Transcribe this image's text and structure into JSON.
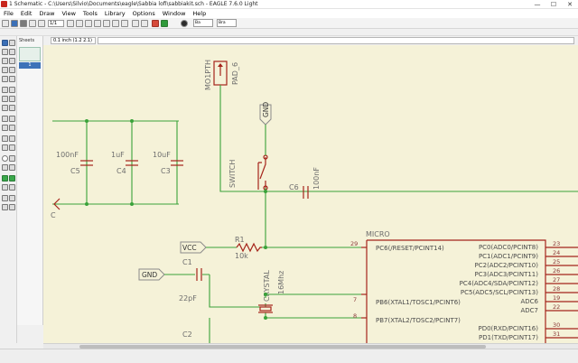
{
  "window": {
    "title": "1 Schematic - C:\\Users\\Silvio\\Documents\\eagle\\Sabbia lofi\\sabbiakit.sch - EAGLE 7.6.0 Light",
    "minimize": "—",
    "maximize": "☐",
    "close": "✕"
  },
  "menu": [
    "File",
    "Edit",
    "Draw",
    "View",
    "Tools",
    "Library",
    "Options",
    "Window",
    "Help"
  ],
  "toolbar": {
    "zoom_value": "1/1",
    "combo_a": "Ba",
    "combo_b": "Bra"
  },
  "command": {
    "grid_info": "0.1 inch (1.2 2.1)",
    "input_value": ""
  },
  "sheets": {
    "header": "Sheets",
    "current": "1"
  },
  "schematic": {
    "capacitors": [
      {
        "name": "C5",
        "value": "100nF"
      },
      {
        "name": "C4",
        "value": "1uF"
      },
      {
        "name": "C3",
        "value": "10uF"
      }
    ],
    "partial_label": "C",
    "mo1pth": "MO1PTH",
    "pad": "PAD_6",
    "gnd_top": "GND",
    "switch": "SWITCH",
    "c6_name": "C6",
    "c6_value": "100nF",
    "vcc": "VCC",
    "r1_name": "R1",
    "r1_value": "10k",
    "gnd_left": "GND",
    "c1_name": "C1",
    "c1_value": "22pF",
    "crystal_name": "CRYSTAL",
    "crystal_value": "16Mhz",
    "c2_name": "C2",
    "micro": "MICRO",
    "left_pins": [
      {
        "num": "29",
        "label": "PC6(/RESET/PCINT14)"
      },
      {
        "num": "7",
        "label": "PB6(XTAL1/TOSC1/PCINT6)"
      },
      {
        "num": "8",
        "label": "PB7(XTAL2/TOSC2/PCINT7)"
      }
    ],
    "right_pins": [
      {
        "num": "23",
        "label": "PC0(ADC0/PCINT8)"
      },
      {
        "num": "24",
        "label": "PC1(ADC1/PCINT9)"
      },
      {
        "num": "25",
        "label": "PC2(ADC2/PCINT10)"
      },
      {
        "num": "26",
        "label": "PC3(ADC3/PCINT11)"
      },
      {
        "num": "27",
        "label": "PC4(ADC4/SDA/PCINT12)"
      },
      {
        "num": "28",
        "label": "PC5(ADC5/SCL/PCINT13)"
      },
      {
        "num": "19",
        "label": "ADC6"
      },
      {
        "num": "22",
        "label": "ADC7"
      },
      {
        "num": "30",
        "label": "PD0(RXD/PCINT16)"
      },
      {
        "num": "31",
        "label": "PD1(TXD/PCINT17)"
      }
    ]
  },
  "colors": {
    "canvas": "#f5f2d8",
    "wire": "#3aa23a",
    "part": "#a5241b"
  }
}
